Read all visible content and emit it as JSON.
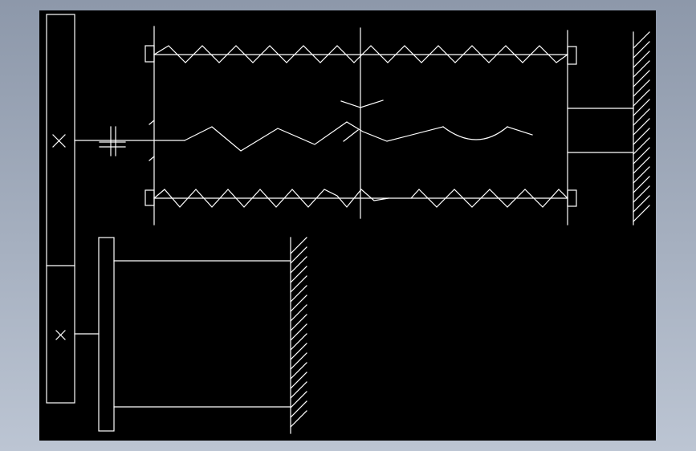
{
  "canvas": {
    "background_color": "#000000",
    "frame_color": "#a6b0c0",
    "line_color": "#ffffff"
  },
  "drawing": {
    "type": "mechanical-kinematic-schematic",
    "components": [
      "gear-upper-cross-icon",
      "gear-lower-cross-icon",
      "clutch-cross-icon",
      "spring-upper",
      "spring-middle",
      "spring-lower",
      "arrow-down-icon",
      "ground-wall-right",
      "ground-wall-lower"
    ]
  }
}
